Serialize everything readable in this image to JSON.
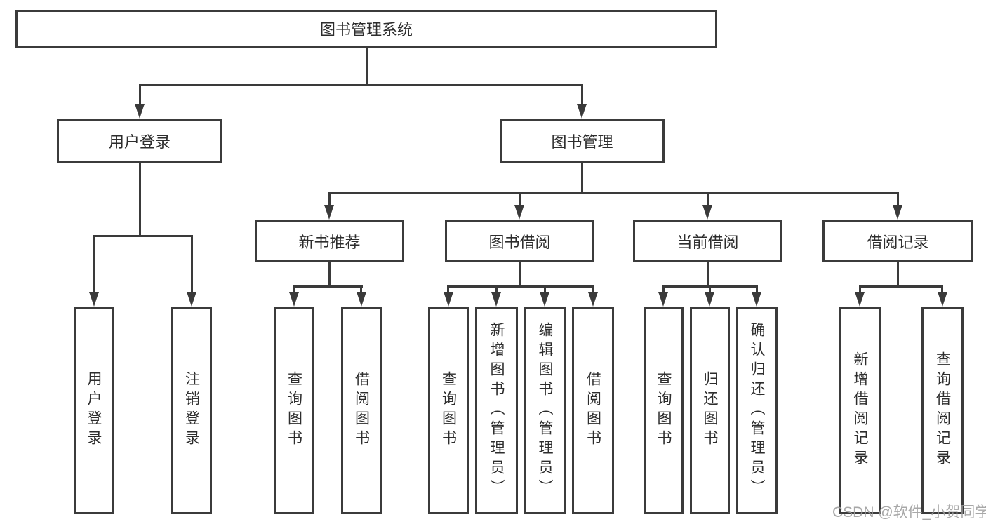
{
  "tree": {
    "label": "图书管理系统",
    "children": [
      {
        "label": "用户登录",
        "children": [
          {
            "label": "用户登录"
          },
          {
            "label": "注销登录"
          }
        ]
      },
      {
        "label": "图书管理",
        "children": [
          {
            "label": "新书推荐",
            "children": [
              {
                "label": "查询图书"
              },
              {
                "label": "借阅图书"
              }
            ]
          },
          {
            "label": "图书借阅",
            "children": [
              {
                "label": "查询图书"
              },
              {
                "label": "新增图书（管理员）"
              },
              {
                "label": "编辑图书（管理员）"
              },
              {
                "label": "借阅图书"
              }
            ]
          },
          {
            "label": "当前借阅",
            "children": [
              {
                "label": "查询图书"
              },
              {
                "label": "归还图书"
              },
              {
                "label": "确认归还（管理员）"
              }
            ]
          },
          {
            "label": "借阅记录",
            "children": [
              {
                "label": "新增借阅记录"
              },
              {
                "label": "查询借阅记录"
              }
            ]
          }
        ]
      }
    ]
  },
  "watermark": {
    "text": "CSDN @软件_小贺同学"
  },
  "colors": {
    "line": "#3a3a3a",
    "border": "#3b3b3b",
    "text": "#2d2d2d",
    "background": "#ffffff",
    "watermark": "#9e9e9e"
  }
}
